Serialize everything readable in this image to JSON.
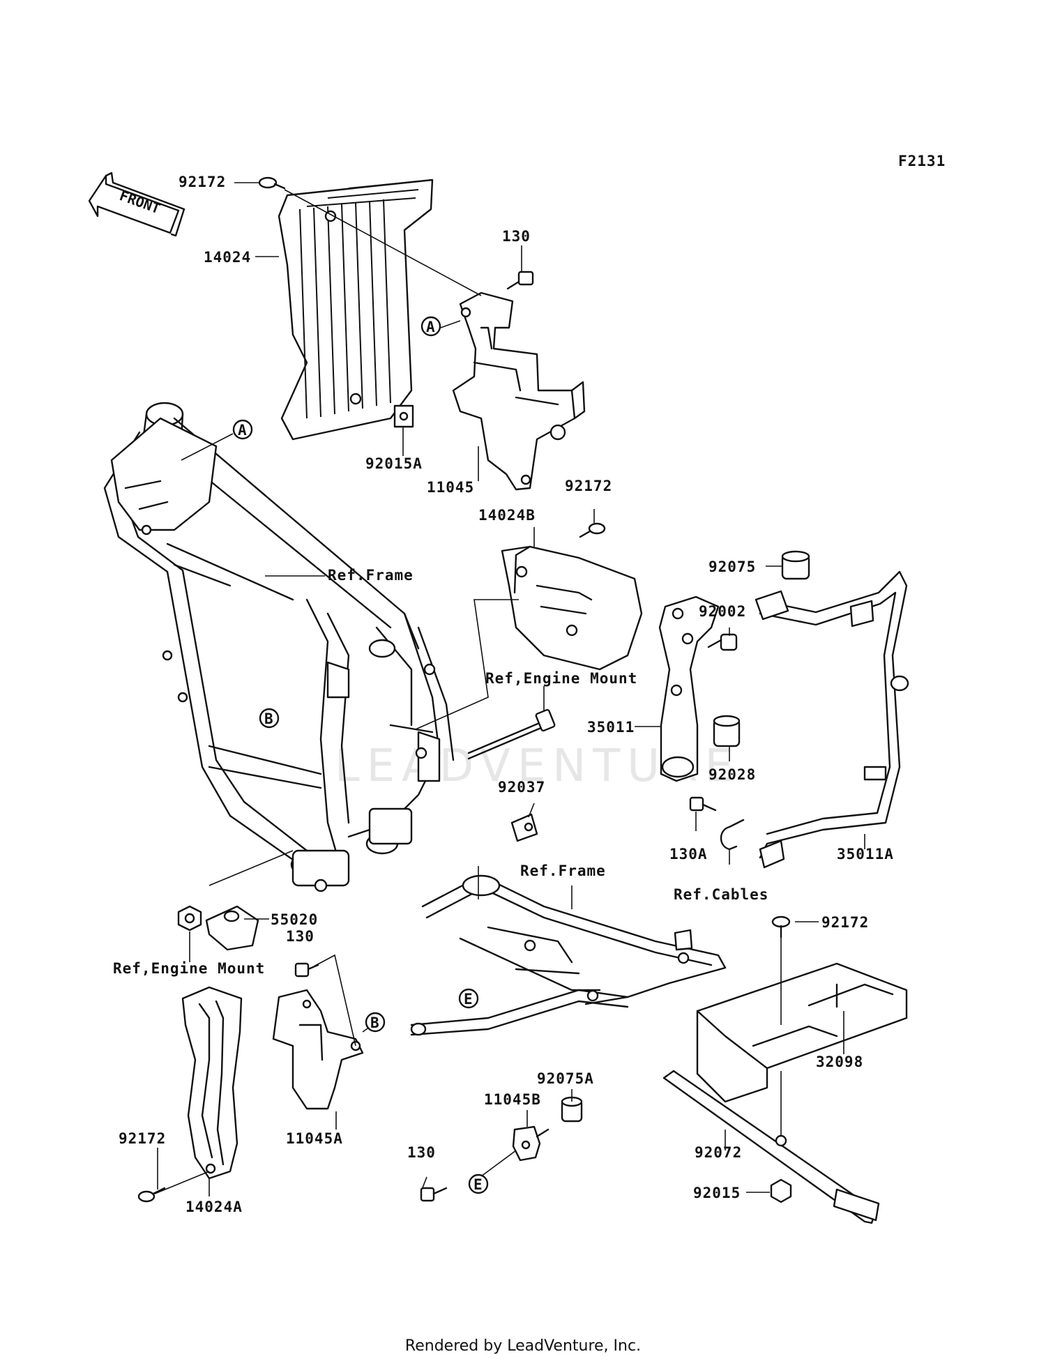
{
  "figure_code": "F2131",
  "front_label": "FRONT",
  "watermark": "LEADVENTURE",
  "footer": "Rendered by LeadVenture, Inc.",
  "callouts": [
    "A",
    "A",
    "B",
    "B",
    "E",
    "E"
  ],
  "parts": {
    "p92172_top": "92172",
    "p14024": "14024",
    "p130_top": "130",
    "p92015A": "92015A",
    "p11045": "11045",
    "p92172_mid": "92172",
    "p14024B": "14024B",
    "p92075": "92075",
    "p92002": "92002",
    "p35011": "35011",
    "p92028": "92028",
    "p92037": "92037",
    "p130A": "130A",
    "p35011A": "35011A",
    "p55020": "55020",
    "p130_mid": "130",
    "p92172_right": "92172",
    "p32098": "32098",
    "p11045A": "11045A",
    "p92075A": "92075A",
    "p11045B": "11045B",
    "p92172_low": "92172",
    "p14024A": "14024A",
    "p130_low": "130",
    "p92072": "92072",
    "p92015": "92015"
  },
  "refs": {
    "frame_upper": "Ref.Frame",
    "engine_mount_center": "Ref,Engine Mount",
    "frame_lower": "Ref.Frame",
    "cables": "Ref.Cables",
    "engine_mount_left": "Ref,Engine Mount"
  }
}
